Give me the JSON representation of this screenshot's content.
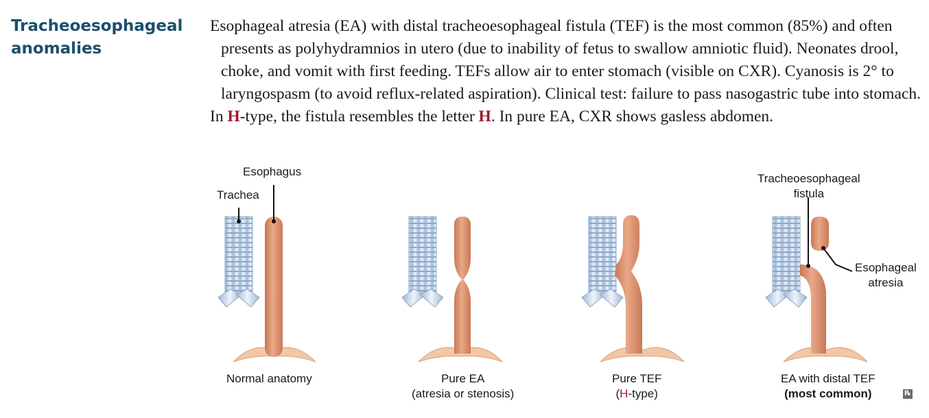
{
  "section": {
    "heading_line1": "Tracheoesophageal",
    "heading_line2": "anomalies"
  },
  "text": {
    "para1": "Esophageal atresia (EA) with distal tracheoesophageal fistula (TEF) is the most common (85%) and often presents as polyhydramnios in utero (due to inability of fetus to swallow amniotic fluid). Neonates drool, choke, and vomit with first feeding. TEFs allow air to enter stomach (visible on CXR). Cyanosis is 2° to laryngospasm (to avoid reflux-related aspiration). Clinical test: failure to pass nasogastric tube into stomach.",
    "para2_a": "In ",
    "para2_h1": "H",
    "para2_b": "-type, the fistula resembles the letter ",
    "para2_h2": "H",
    "para2_c": ". In pure EA, CXR shows gasless abdomen."
  },
  "figure": {
    "label_esophagus": "Esophagus",
    "label_trachea": "Trachea",
    "label_tef_line1": "Tracheoesophageal",
    "label_tef_line2": "fistula",
    "label_atresia_line1": "Esophageal",
    "label_atresia_line2": "atresia",
    "captions": {
      "normal": "Normal anatomy",
      "pure_ea_line1": "Pure EA",
      "pure_ea_line2": "(atresia or stenosis)",
      "pure_tef_line1": "Pure TEF",
      "pure_tef_open": "(",
      "pure_tef_h": "H",
      "pure_tef_close": "-type)",
      "ea_distal_line1": "EA with distal TEF",
      "ea_distal_line2": "(most common)"
    }
  },
  "colors": {
    "heading": "#1b4f6b",
    "highlight": "#9b1b30",
    "esophagus": "#d9906f",
    "trachea": "#c9d9ec"
  },
  "icons": {
    "corner": "rx-icon"
  }
}
